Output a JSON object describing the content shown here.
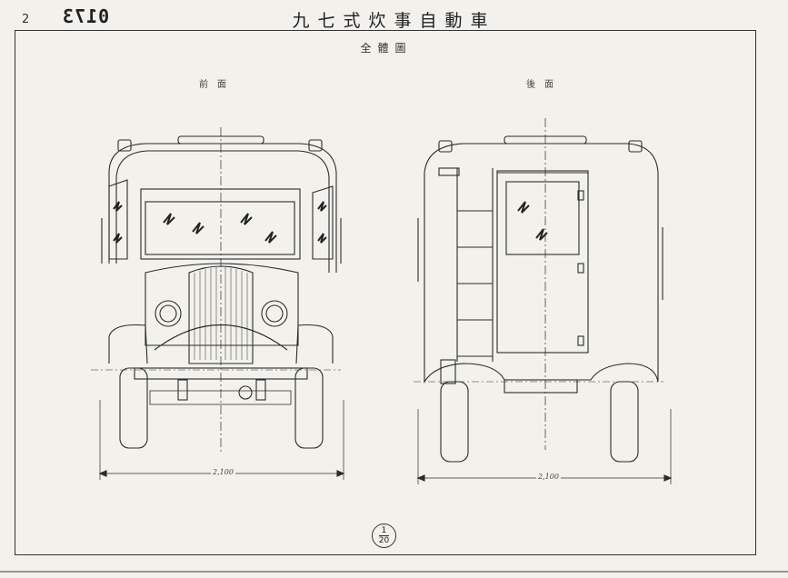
{
  "header": {
    "page_number": "2",
    "document_code": "0173",
    "title": "九七式炊事自動車"
  },
  "drawing": {
    "subtitle": "全體圖",
    "front_view_label": "前面",
    "rear_view_label": "後面",
    "front_width_dimension": "2,100",
    "rear_width_dimension": "2,100",
    "scale_numerator": "1",
    "scale_denominator": "20"
  }
}
